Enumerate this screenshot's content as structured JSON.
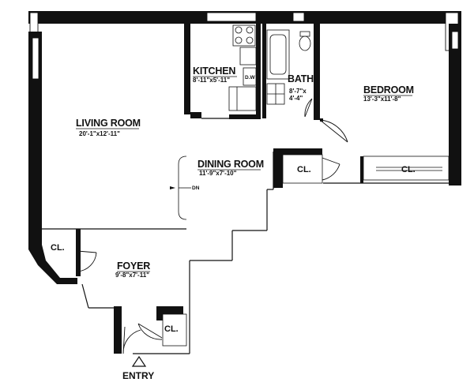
{
  "rooms": {
    "living_room": {
      "name": "LIVING ROOM",
      "dims": "20'-1\"x12'-11\""
    },
    "kitchen": {
      "name": "KITCHEN",
      "dims": "8'-11\"x5'-11\""
    },
    "bath": {
      "name": "BATH",
      "dims_line1": "8'-7\"x",
      "dims_line2": "4'-4\""
    },
    "bedroom": {
      "name": "BEDROOM",
      "dims": "13'-3\"x11'-8\""
    },
    "dining_room": {
      "name": "DINING ROOM",
      "dims": "11'-9\"x7'-10\""
    },
    "foyer": {
      "name": "FOYER",
      "dims": "9'-8\"x7'-11\""
    }
  },
  "closets": {
    "cl_dining": "CL.",
    "cl_bedroom": "CL.",
    "cl_foyer_left": "CL.",
    "cl_foyer_bottom": "CL."
  },
  "labels": {
    "dw": "D.W",
    "dn": "DN",
    "entry": "ENTRY"
  }
}
